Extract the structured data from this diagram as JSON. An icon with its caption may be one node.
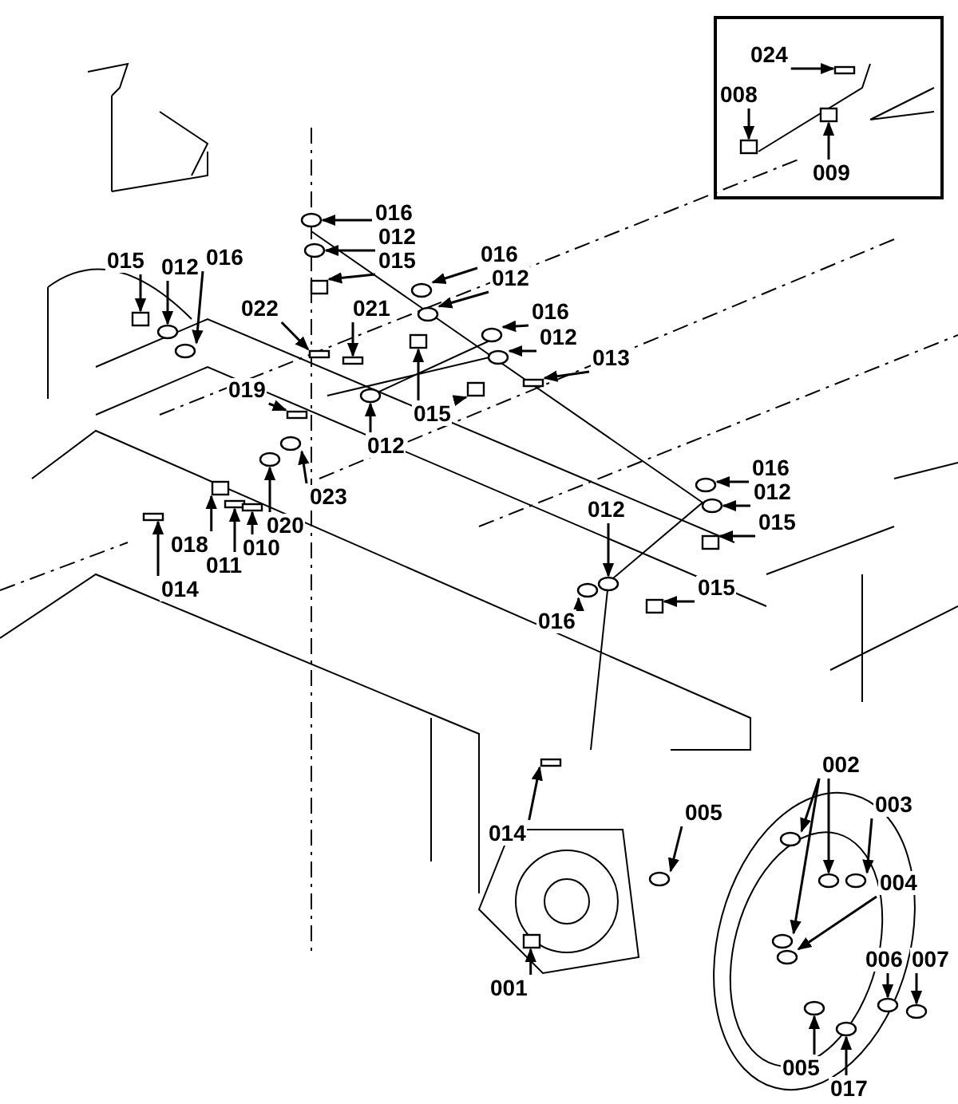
{
  "diagram": {
    "nodes": [
      {
        "text": [],
        "shape": "box"
      },
      {
        "text": [
          "024"
        ],
        "in": 0
      },
      {
        "text": [
          "008"
        ],
        "in": 0
      },
      {
        "text": [
          "009"
        ],
        "in": 0
      },
      {
        "text": [
          "016"
        ]
      },
      {
        "text": [
          "012"
        ]
      },
      {
        "text": [
          "015"
        ]
      },
      {
        "text": [
          "016"
        ]
      },
      {
        "text": [
          "012"
        ]
      },
      {
        "text": [
          "016"
        ]
      },
      {
        "text": [
          "012"
        ]
      },
      {
        "text": [
          "013"
        ]
      },
      {
        "text": [
          "015"
        ]
      },
      {
        "text": [
          "012"
        ]
      },
      {
        "text": [
          "022"
        ]
      },
      {
        "text": [
          "021"
        ]
      },
      {
        "text": [
          "019"
        ]
      },
      {
        "text": [
          "023"
        ]
      },
      {
        "text": [
          "020"
        ]
      },
      {
        "text": [
          "018"
        ]
      },
      {
        "text": [
          "011"
        ]
      },
      {
        "text": [
          "010"
        ]
      },
      {
        "text": [
          "014"
        ]
      },
      {
        "text": [
          "015"
        ]
      },
      {
        "text": [
          "012"
        ]
      },
      {
        "text": [
          "016"
        ]
      },
      {
        "text": [
          "016"
        ]
      },
      {
        "text": [
          "012"
        ]
      },
      {
        "text": [
          "015"
        ]
      },
      {
        "text": [
          "012"
        ]
      },
      {
        "text": [
          "015"
        ]
      },
      {
        "text": [
          "016"
        ]
      },
      {
        "text": [
          "014"
        ]
      },
      {
        "text": [
          "005"
        ]
      },
      {
        "text": [
          "002"
        ]
      },
      {
        "text": [
          "003"
        ]
      },
      {
        "text": [
          "004"
        ]
      },
      {
        "text": [
          "001"
        ]
      },
      {
        "text": [
          "005"
        ]
      },
      {
        "text": [
          "017"
        ]
      },
      {
        "text": [
          "006"
        ]
      },
      {
        "text": [
          "007"
        ]
      },
      {
        "text": [],
        "shape": "bar",
        "in": 0
      },
      {
        "text": [],
        "shape": "box",
        "in": 0
      },
      {
        "text": [],
        "shape": "box",
        "in": 0
      },
      {
        "text": [],
        "shape": "circle"
      },
      {
        "text": [],
        "shape": "circle"
      },
      {
        "text": [],
        "shape": "box"
      },
      {
        "text": [],
        "shape": "circle"
      },
      {
        "text": [],
        "shape": "circle"
      },
      {
        "text": [],
        "shape": "circle"
      },
      {
        "text": [],
        "shape": "circle"
      },
      {
        "text": [],
        "shape": "bar"
      },
      {
        "text": [],
        "shape": "box"
      },
      {
        "text": [],
        "shape": "box"
      },
      {
        "text": [],
        "shape": "circle"
      },
      {
        "text": [],
        "shape": "bar"
      },
      {
        "text": [],
        "shape": "bar"
      },
      {
        "text": [],
        "shape": "bar"
      },
      {
        "text": [],
        "shape": "circle"
      },
      {
        "text": [],
        "shape": "circle"
      },
      {
        "text": [],
        "shape": "box"
      },
      {
        "text": [],
        "shape": "bar"
      },
      {
        "text": [],
        "shape": "bar"
      },
      {
        "text": [],
        "shape": "bar"
      },
      {
        "text": [],
        "shape": "box"
      },
      {
        "text": [],
        "shape": "circle"
      },
      {
        "text": [],
        "shape": "circle"
      },
      {
        "text": [],
        "shape": "circle"
      },
      {
        "text": [],
        "shape": "circle"
      },
      {
        "text": [],
        "shape": "box"
      },
      {
        "text": [],
        "shape": "circle"
      },
      {
        "text": [],
        "shape": "box"
      },
      {
        "text": [],
        "shape": "circle"
      },
      {
        "text": [],
        "shape": "bar"
      },
      {
        "text": [],
        "shape": "circle"
      },
      {
        "text": [],
        "shape": "circle"
      },
      {
        "text": [],
        "shape": "circle"
      },
      {
        "text": [],
        "shape": "circle"
      },
      {
        "text": [],
        "shape": "circle"
      },
      {
        "text": [],
        "shape": "circle"
      },
      {
        "text": [],
        "shape": "box"
      },
      {
        "text": [],
        "shape": "circle"
      },
      {
        "text": [],
        "shape": "circle"
      },
      {
        "text": [],
        "shape": "circle"
      },
      {
        "text": [],
        "shape": "circle"
      }
    ],
    "edges": [
      {
        "from": 1,
        "to": 42,
        "arrow": "to"
      },
      {
        "from": 2,
        "to": 43,
        "arrow": "to"
      },
      {
        "from": 3,
        "to": 44,
        "arrow": "to"
      },
      {
        "from": 4,
        "to": 45,
        "arrow": "to"
      },
      {
        "from": 5,
        "to": 46,
        "arrow": "to"
      },
      {
        "from": 6,
        "to": 47,
        "arrow": "to"
      },
      {
        "from": 7,
        "to": 48,
        "arrow": "to"
      },
      {
        "from": 8,
        "to": 49,
        "arrow": "to"
      },
      {
        "from": 9,
        "to": 50,
        "arrow": "to"
      },
      {
        "from": 10,
        "to": 51,
        "arrow": "to"
      },
      {
        "from": 11,
        "to": 52,
        "arrow": "to"
      },
      {
        "from": 12,
        "to": 53,
        "arrow": "to"
      },
      {
        "from": 12,
        "to": 54,
        "arrow": "to"
      },
      {
        "from": 13,
        "to": 55,
        "arrow": "to"
      },
      {
        "from": 14,
        "to": 56,
        "arrow": "to"
      },
      {
        "from": 15,
        "to": 57,
        "arrow": "to"
      },
      {
        "from": 16,
        "to": 58,
        "arrow": "to"
      },
      {
        "from": 17,
        "to": 59,
        "arrow": "to"
      },
      {
        "from": 18,
        "to": 60,
        "arrow": "to"
      },
      {
        "from": 19,
        "to": 61,
        "arrow": "to"
      },
      {
        "from": 20,
        "to": 62,
        "arrow": "to"
      },
      {
        "from": 21,
        "to": 63,
        "arrow": "to"
      },
      {
        "from": 22,
        "to": 64,
        "arrow": "to"
      },
      {
        "from": 23,
        "to": 65,
        "arrow": "to"
      },
      {
        "from": 24,
        "to": 66,
        "arrow": "to"
      },
      {
        "from": 25,
        "to": 67,
        "arrow": "to"
      },
      {
        "from": 26,
        "to": 68,
        "arrow": "to"
      },
      {
        "from": 27,
        "to": 69,
        "arrow": "to"
      },
      {
        "from": 28,
        "to": 70,
        "arrow": "to"
      },
      {
        "from": 29,
        "to": 71,
        "arrow": "to"
      },
      {
        "from": 30,
        "to": 72,
        "arrow": "to"
      },
      {
        "from": 31,
        "to": 73,
        "arrow": "to"
      },
      {
        "from": 32,
        "to": 74,
        "arrow": "to"
      },
      {
        "from": 33,
        "to": 75,
        "arrow": "to"
      },
      {
        "from": 34,
        "to": 76,
        "arrow": "to"
      },
      {
        "from": 34,
        "to": 77,
        "arrow": "to"
      },
      {
        "from": 34,
        "to": 78,
        "arrow": "to"
      },
      {
        "from": 35,
        "to": 79,
        "arrow": "to"
      },
      {
        "from": 36,
        "to": 80,
        "arrow": "to"
      },
      {
        "from": 37,
        "to": 81,
        "arrow": "to"
      },
      {
        "from": 38,
        "to": 82,
        "arrow": "to"
      },
      {
        "from": 39,
        "to": 83,
        "arrow": "to"
      },
      {
        "from": 40,
        "to": 84,
        "arrow": "to"
      },
      {
        "from": 41,
        "to": 85,
        "arrow": "to"
      }
    ]
  }
}
